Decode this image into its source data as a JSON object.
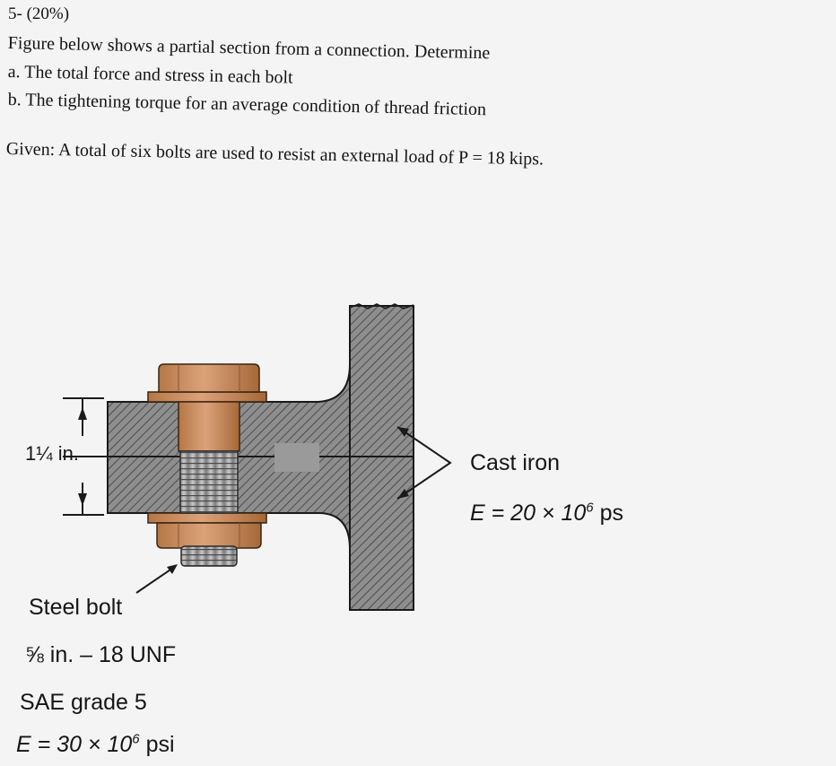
{
  "problem": {
    "number": "5- (20%)",
    "intro": "Figure below shows a partial section from a connection. Determine",
    "part_a": "a. The total force and stress in each bolt",
    "part_b": "b. The tightening torque for an average condition of thread friction",
    "given": "Given: A total of six bolts are used to resist an external load of P = 18 kips."
  },
  "figure": {
    "thickness_label": "1¼ in.",
    "cast_iron_label": "Cast iron",
    "cast_iron_modulus_base": "E = 20 × 10",
    "cast_iron_modulus_exp": "6",
    "cast_iron_modulus_unit": " ps",
    "bolt_label": "Steel bolt",
    "bolt_size": "⅝ in. – 18 UNF",
    "bolt_grade": "SAE grade 5",
    "bolt_modulus_base": "E = 30 × 10",
    "bolt_modulus_exp": "6",
    "bolt_modulus_unit": " psi",
    "colors": {
      "cast_iron_fill": "#8e8e8e",
      "steel_bolt": "#c98a5a",
      "steel_bolt_dark": "#a76a3e",
      "gasket": "#9a9a9a"
    }
  }
}
